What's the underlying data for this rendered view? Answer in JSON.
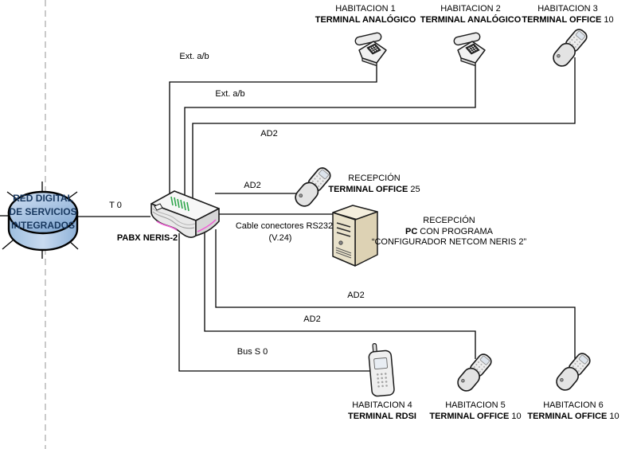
{
  "cloud": {
    "line1": "RED DIGITAL",
    "line2": "DE SERVICIOS",
    "line3": "INTEGRADOS"
  },
  "pabx": {
    "label": "PABX NERIS-2"
  },
  "links": {
    "t0": "T 0",
    "ext_ab_room1": "Ext. a/b",
    "ext_ab_room2": "Ext. a/b",
    "ad2_room3": "AD2",
    "ad2_reception": "AD2",
    "rs232_title": "Cable conectores RS232",
    "rs232_sub": "(V.24)",
    "ad2_room6": "AD2",
    "ad2_room5": "AD2",
    "bus_s0": "Bus S 0"
  },
  "stations": [
    {
      "room": "HABITACION 1",
      "terminal_bold": "TERMINAL ANALÓGICO",
      "terminal_reg": ""
    },
    {
      "room": "HABITACION 2",
      "terminal_bold": "TERMINAL ANALÓGICO",
      "terminal_reg": ""
    },
    {
      "room": "HABITACION 3",
      "terminal_bold": "TERMINAL OFFICE",
      "terminal_reg": "10"
    },
    {
      "room": "HABITACION 4",
      "terminal_bold": "TERMINAL RDSI",
      "terminal_reg": ""
    },
    {
      "room": "HABITACION 5",
      "terminal_bold": "TERMINAL OFFICE",
      "terminal_reg": "10"
    },
    {
      "room": "HABITACION 6",
      "terminal_bold": "TERMINAL OFFICE",
      "terminal_reg": "10"
    }
  ],
  "reception_phone": {
    "title": "RECEPCIÓN",
    "terminal_bold": "TERMINAL OFFICE",
    "terminal_reg": "25"
  },
  "reception_pc": {
    "title": "RECEPCIÓN",
    "line2_bold": "PC",
    "line2_reg": "CON PROGRAMA",
    "line3": "“CONFIGURADOR NETCOM NERIS 2”"
  },
  "colors": {
    "connector_line": "#000000",
    "page_guide_dash": "#b3b3b3",
    "cloud_fill_light": "#cfdff2",
    "cloud_fill_dark": "#86abd4",
    "cloud_text": "#17375e",
    "pabx_green_ticks": "#2ea54a",
    "pabx_magenta_accent": "#f05fd5",
    "pc_tower_beige": "#e9e2cb"
  }
}
